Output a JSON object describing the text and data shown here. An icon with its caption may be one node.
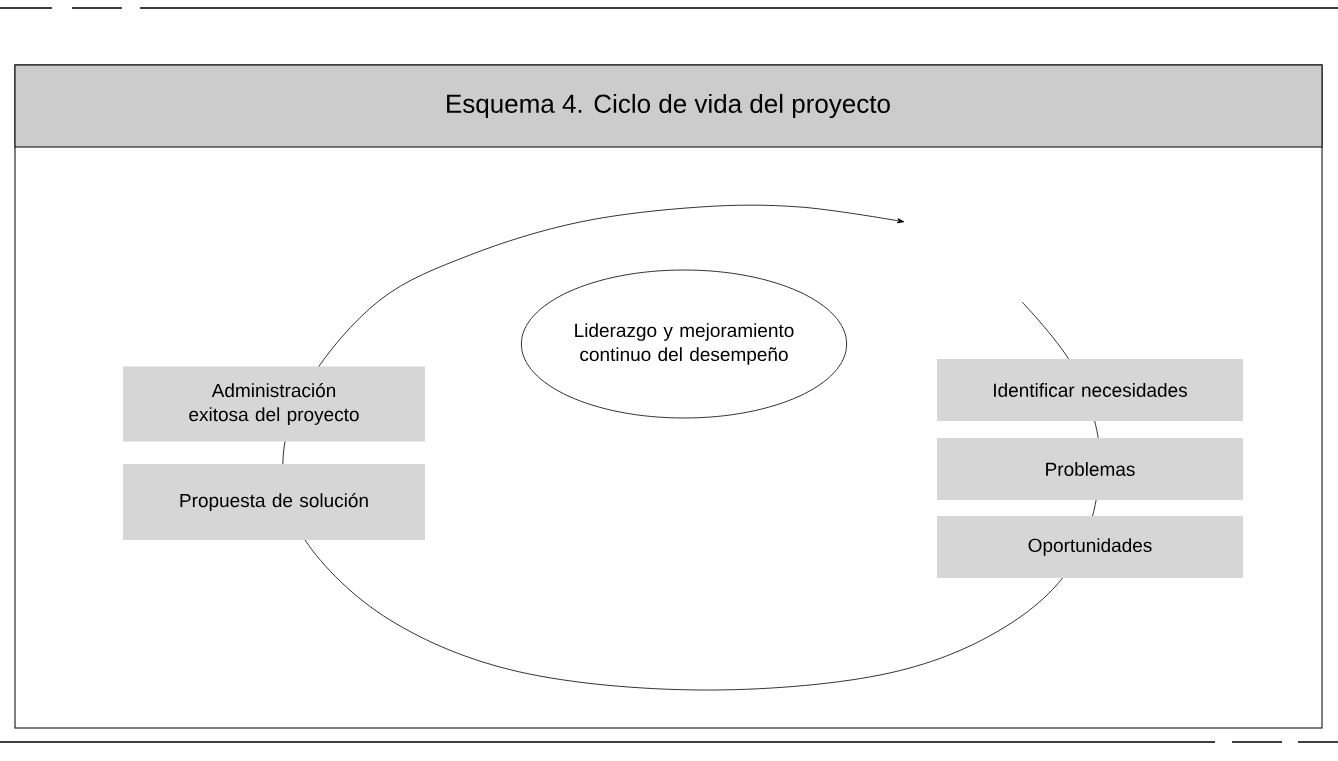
{
  "diagram": {
    "title": "Esquema 4. Ciclo de vida del proyecto",
    "nodes": [
      {
        "text": [
          "Liderazgo y mejoramiento continuo del desempeño"
        ]
      },
      {
        "text": [
          "Administración exitosa del proyecto"
        ]
      },
      {
        "text": [
          "Propuesta de solución"
        ]
      },
      {
        "text": [
          "Identificar necesidades"
        ]
      },
      {
        "text": [
          "Problemas"
        ]
      },
      {
        "text": [
          "Oportunidades"
        ]
      }
    ]
  }
}
